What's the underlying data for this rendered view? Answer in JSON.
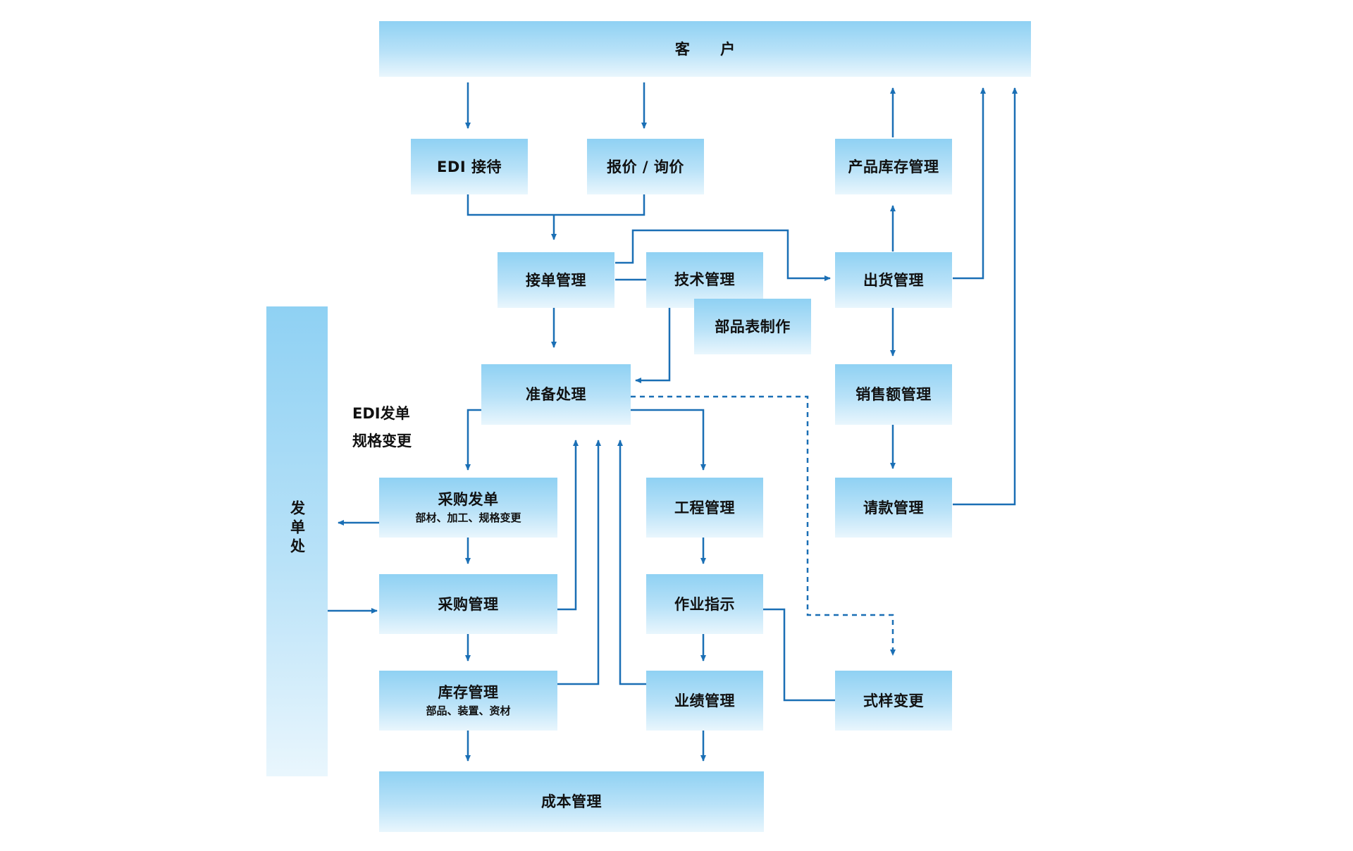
{
  "diagram": {
    "customer": "客 户",
    "edi_reception": "EDI 接待",
    "quote_inquiry": "报价 / 询价",
    "product_inventory": "产品库存管理",
    "order_management": "接单管理",
    "tech_management": "技术管理",
    "bom_creation": "部品表制作",
    "shipping_management": "出货管理",
    "preparation": "准备处理",
    "sales_amount": "销售额管理",
    "billing": "请款管理",
    "purchase_order": {
      "title": "采购发单",
      "subtitle": "部材、加工、规格变更"
    },
    "engineering": "工程管理",
    "purchase_management": "采购管理",
    "work_instruction": "作业指示",
    "inventory": {
      "title": "库存管理",
      "subtitle": "部品、装置、资材"
    },
    "performance": "业绩管理",
    "spec_change": "式样变更",
    "cost_management": "成本管理",
    "order_office": "发单处",
    "side_note": {
      "line1": "EDI发单",
      "line2": "规格变更"
    },
    "colors": {
      "line": "#1a6fb5",
      "box_top": "#8fd1f3",
      "box_bottom": "#e9f6fd"
    }
  }
}
